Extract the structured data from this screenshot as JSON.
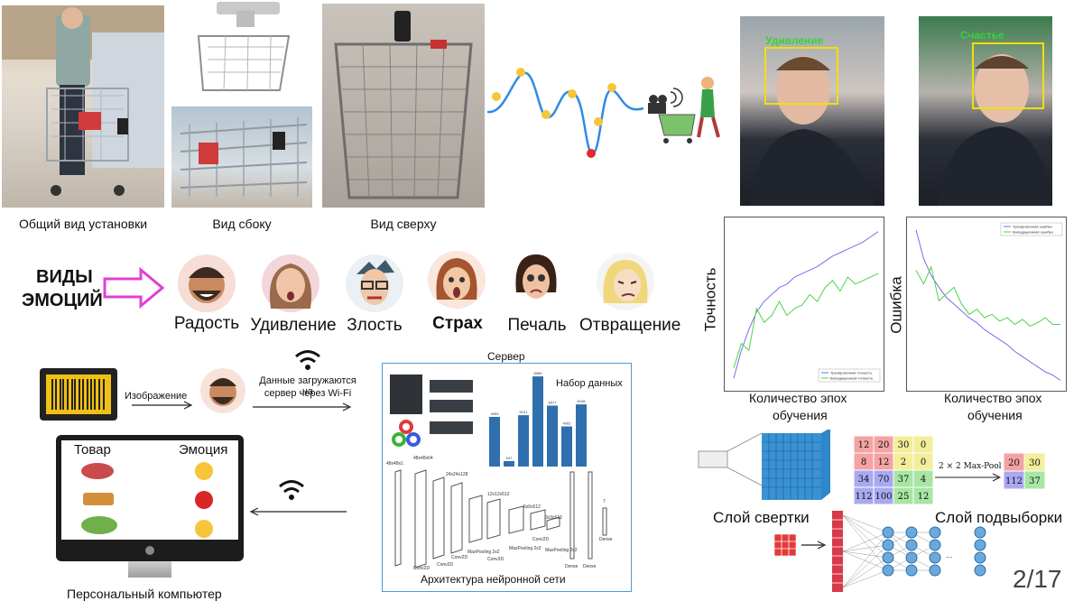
{
  "photos": {
    "general_caption": "Общий вид установки",
    "side_caption": "Вид сбоку",
    "top_caption": "Вид сверху"
  },
  "faces": {
    "label_left": "Удивление",
    "label_right": "Счастье"
  },
  "emotions": {
    "heading_line1": "ВИДЫ",
    "heading_line2": "ЭМОЦИЙ",
    "items": [
      "Радость",
      "Удивление",
      "Злость",
      "Страх",
      "Печаль",
      "Отвращение"
    ]
  },
  "pipeline": {
    "image_label": "Изображение",
    "upload_label_1": "Данные загружаются на",
    "upload_label_2": "сервер через Wi-Fi",
    "server_title": "Сервер",
    "dataset_title": "Набор данных",
    "nn_caption": "Архитектура нейронной сети",
    "product_header": "Товар",
    "emotion_header": "Эмоция",
    "pc_caption": "Персональный компьютер"
  },
  "dataset_bars": {
    "values": [
      4953,
      547,
      5121,
      8989,
      6077,
      4002,
      6198
    ]
  },
  "nn_layers": {
    "labels": [
      "48x48x1",
      "48x48x64",
      "24x24x128",
      "12x12x512",
      "6x6x512",
      "3x3x512",
      "7"
    ],
    "ops": [
      "Conv2D",
      "Conv2D",
      "MaxPooling 2x2",
      "Conv2D",
      "MaxPooling 2x2",
      "Conv2D",
      "MaxPooling 2x2",
      "Conv2D",
      "Dense",
      "Dense",
      "Dense"
    ]
  },
  "chart_data": [
    {
      "type": "line",
      "ylabel": "Точность",
      "xlabel": "Количество эпох обучения",
      "xlabel_line1": "Количество эпох",
      "xlabel_line2": "обучения",
      "x": [
        0,
        1,
        2,
        3,
        4,
        5,
        6,
        7,
        8,
        9,
        10,
        11,
        12,
        13,
        14,
        15,
        16,
        17,
        18,
        19
      ],
      "series": [
        {
          "name": "Тренировочная точность",
          "color": "#7b6cf0",
          "values": [
            0.42,
            0.5,
            0.56,
            0.61,
            0.64,
            0.66,
            0.68,
            0.69,
            0.71,
            0.72,
            0.73,
            0.74,
            0.755,
            0.77,
            0.78,
            0.79,
            0.8,
            0.81,
            0.825,
            0.84
          ]
        },
        {
          "name": "Валидационная точность",
          "color": "#4cd44c",
          "values": [
            0.45,
            0.52,
            0.5,
            0.62,
            0.58,
            0.6,
            0.64,
            0.6,
            0.62,
            0.63,
            0.66,
            0.64,
            0.68,
            0.7,
            0.67,
            0.71,
            0.69,
            0.7,
            0.71,
            0.72
          ]
        }
      ],
      "ylim": [
        0.4,
        0.86
      ],
      "legend": "bottom-right"
    },
    {
      "type": "line",
      "ylabel": "Ошибка",
      "xlabel": "Количество эпох обучения",
      "xlabel_line1": "Количество эпох",
      "xlabel_line2": "обучения",
      "x": [
        0,
        1,
        2,
        3,
        4,
        5,
        6,
        7,
        8,
        9,
        10,
        11,
        12,
        13,
        14,
        15,
        16,
        17,
        18,
        19
      ],
      "series": [
        {
          "name": "Тренировочная ошибка",
          "color": "#7b6cf0",
          "values": [
            1.72,
            1.55,
            1.45,
            1.38,
            1.32,
            1.28,
            1.24,
            1.2,
            1.17,
            1.13,
            1.1,
            1.07,
            1.04,
            1.0,
            0.97,
            0.94,
            0.91,
            0.88,
            0.86,
            0.83
          ]
        },
        {
          "name": "Валидационная ошибка",
          "color": "#4cd44c",
          "values": [
            1.48,
            1.4,
            1.5,
            1.3,
            1.34,
            1.38,
            1.28,
            1.22,
            1.25,
            1.2,
            1.22,
            1.18,
            1.2,
            1.16,
            1.19,
            1.15,
            1.17,
            1.2,
            1.16,
            1.16
          ]
        }
      ],
      "ylim": [
        0.8,
        1.75
      ],
      "legend": "top-right"
    }
  ],
  "conv": {
    "conv_caption": "Слой свертки",
    "pool_caption": "Слой подвыборки",
    "pool_op": "2 × 2 Max-Pool",
    "matrix": [
      [
        "12",
        "20",
        "30",
        "0"
      ],
      [
        "8",
        "12",
        "2",
        "0"
      ],
      [
        "34",
        "70",
        "37",
        "4"
      ],
      [
        "112",
        "100",
        "25",
        "12"
      ]
    ],
    "pooled": [
      [
        "20",
        "30"
      ],
      [
        "112",
        "37"
      ]
    ],
    "colors": {
      "tl": "#f4a3a3",
      "tr": "#f3ee9a",
      "bl": "#a9a9f2",
      "br": "#a8e6a3"
    },
    "dots": "..."
  },
  "page_number": "2/17"
}
